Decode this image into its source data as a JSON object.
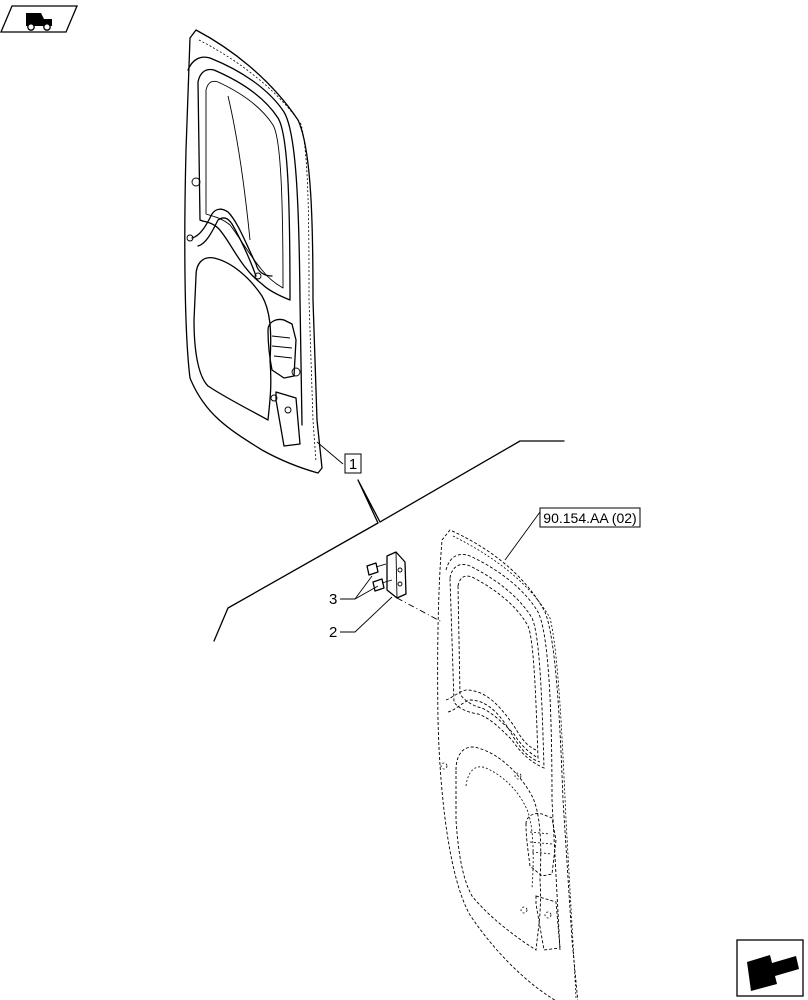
{
  "callouts": {
    "item_1": "1",
    "item_2": "2",
    "item_3": "3",
    "reference": "90.154.AA (02)"
  },
  "icons": {
    "top_left": "tractor-cab-icon",
    "bottom_right": "next-page-arrow-icon"
  }
}
